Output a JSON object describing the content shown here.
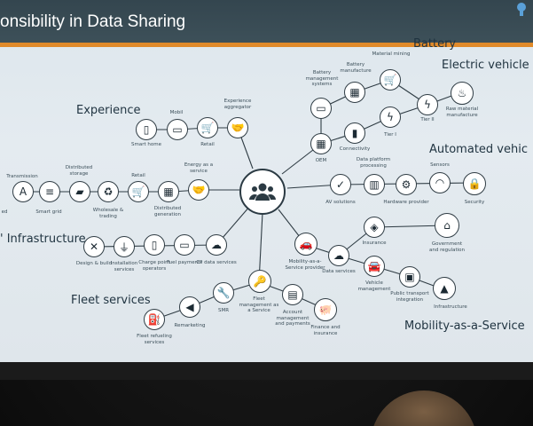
{
  "slide": {
    "title": "onsibility in Data Sharing",
    "sections": {
      "battery": "Battery",
      "electric": "Electric vehicle",
      "experience": "Experience",
      "automated": "Automated vehic",
      "infrastructure": "' Infrastructure",
      "fleet": "Fleet services",
      "maas": "Mobility-as-a-Service"
    },
    "labels": {
      "mobil": "Mobil",
      "experience_aggregator": "Experience aggregator",
      "smart_home": "Smart home",
      "retail": "Retail",
      "battery_mgmt": "Battery management systems",
      "battery_manufacture": "Battery manufacture",
      "material_mining": "Material mining",
      "raw_material": "Raw material manufacture",
      "tier2": "Tier II",
      "tier1": "Tier I",
      "connectivity": "Connectivity",
      "oem": "OEM",
      "data_platform": "Data platform processing",
      "sensors": "Sensors",
      "ai_solutions": "AV solutions",
      "hardware_provider": "Hardware provider",
      "security": "Security",
      "transmission": "Transmission",
      "distributed_storage": "Distributed storage",
      "smart_grid": "Smart grid",
      "wholesale": "Wholesale & trading",
      "retail2": "Retail",
      "distributed_generation": "Distributed generation",
      "energy_service": "Energy as a service",
      "design_build": "Design & build",
      "installation": "Installation services",
      "charge_point": "Charge point operators",
      "fuel_payments": "Fuel payments",
      "cp_data": "CP data services",
      "mobility_provider": "Mobility-as-a-Service provider",
      "data_services": "Data services",
      "insurance": "Insurance",
      "government": "Government and regulation",
      "vehicle_mgmt": "Vehicle management",
      "public_transport": "Public transport integration",
      "infrastructure": "Infrastructure",
      "fleet_refueling": "Fleet refueling services",
      "remarketing": "Remarketing",
      "smr": "SMR",
      "fleet_mgmt": "Fleet management as a Service",
      "account_mgmt": "Account management and payments",
      "finance": "Finance and insurance",
      "ed": "ed"
    }
  }
}
